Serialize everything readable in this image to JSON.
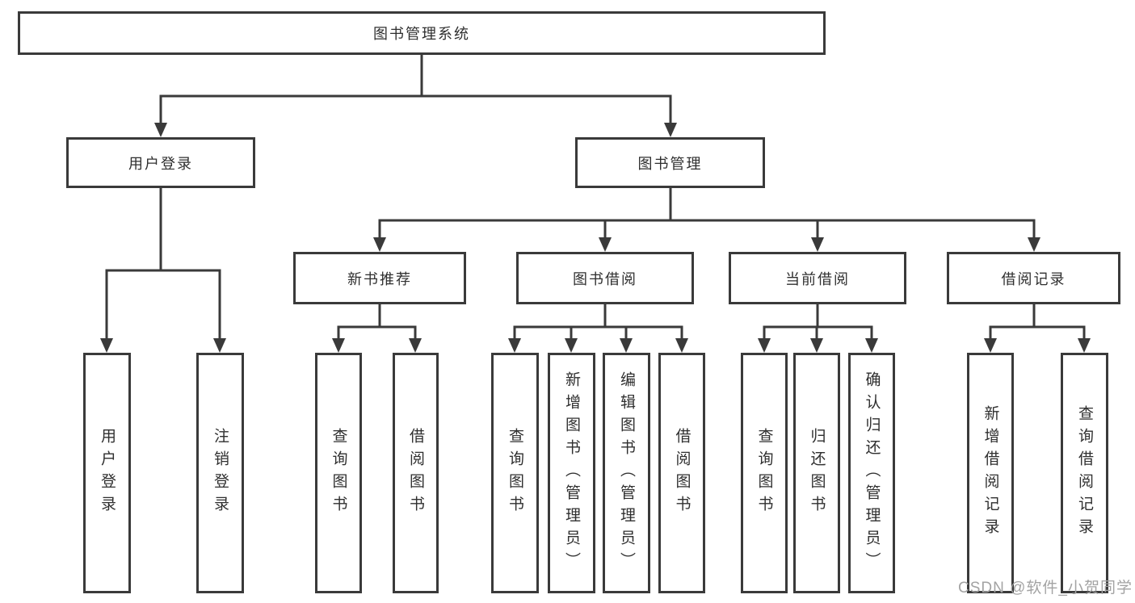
{
  "diagram": {
    "title": "图书管理系统",
    "colors": {
      "line": "#3a3a3a",
      "text": "#2f2f2f",
      "background": "#ffffff",
      "watermark": "#a3a3a3"
    },
    "nodes": {
      "root": "图书管理系统",
      "level2": {
        "user_login": "用户登录",
        "book_management": "图书管理"
      },
      "level3": {
        "new_book_recommend": "新书推荐",
        "book_borrowing": "图书借阅",
        "current_borrowing": "当前借阅",
        "borrowing_records": "借阅记录"
      },
      "leaves": {
        "user_login": "用户登录",
        "logout": "注销登录",
        "recommend_query_books": "查询图书",
        "recommend_borrow_books": "借阅图书",
        "borrowing_query_books": "查询图书",
        "borrowing_add_books_admin": "新增图书（管理员）",
        "borrowing_edit_books_admin": "编辑图书（管理员）",
        "borrowing_borrow_books": "借阅图书",
        "current_query_books": "查询图书",
        "current_return_books": "归还图书",
        "current_confirm_return_admin": "确认归还（管理员）",
        "records_add_record": "新增借阅记录",
        "records_query_record": "查询借阅记录"
      }
    },
    "watermark": "CSDN @软件_小贺同学"
  }
}
